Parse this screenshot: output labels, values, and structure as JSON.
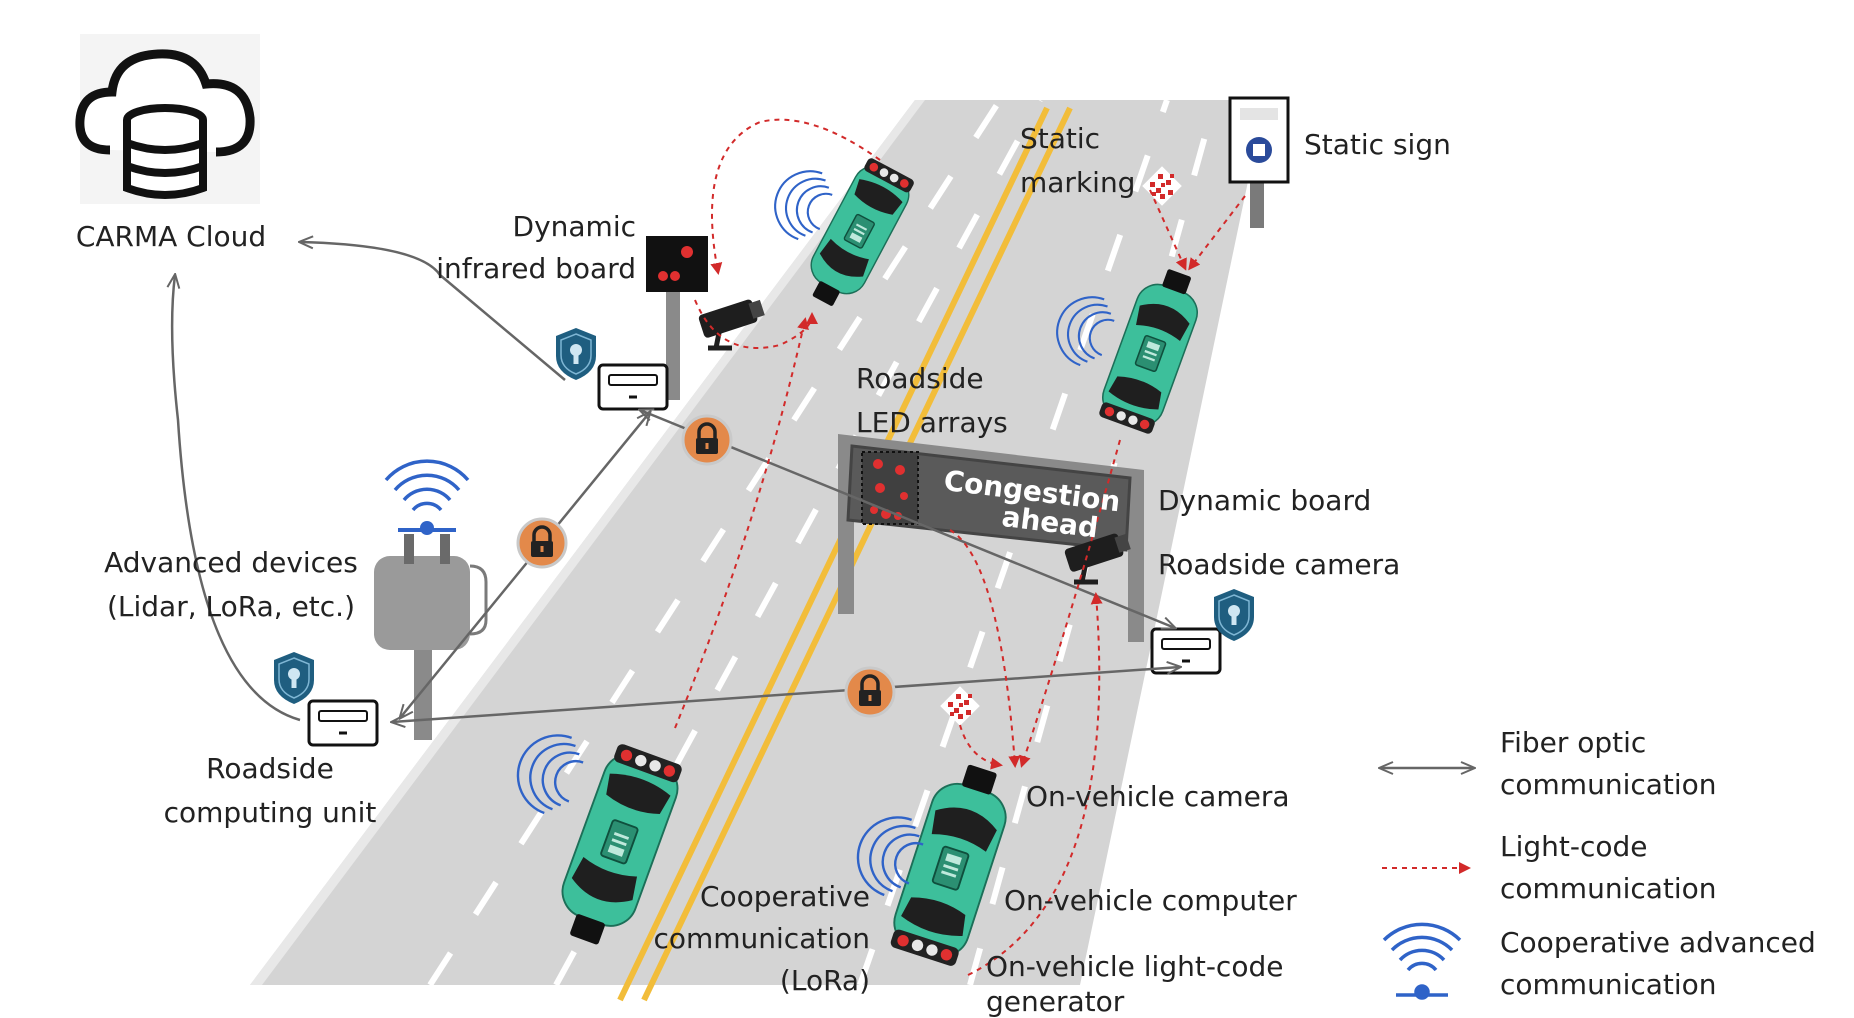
{
  "labels": {
    "carma_cloud": "CARMA Cloud",
    "dynamic_infrared_board_1": "Dynamic",
    "dynamic_infrared_board_2": "infrared board",
    "static_marking_1": "Static",
    "static_marking_2": "marking",
    "static_sign": "Static sign",
    "roadside_led_arrays_1": "Roadside",
    "roadside_led_arrays_2": "LED arrays",
    "dynamic_board": "Dynamic board",
    "roadside_camera": "Roadside camera",
    "advanced_devices_1": "Advanced devices",
    "advanced_devices_2": "(Lidar, LoRa, etc.)",
    "roadside_computing_unit_1": "Roadside",
    "roadside_computing_unit_2": "computing unit",
    "on_vehicle_camera": "On-vehicle camera",
    "on_vehicle_computer": "On-vehicle computer",
    "on_vehicle_light_code_1": "On-vehicle light-code",
    "on_vehicle_light_code_2": "generator",
    "cooperative_comm_1": "Cooperative",
    "cooperative_comm_2": "communication",
    "cooperative_comm_3": "(LoRa)"
  },
  "board": {
    "line1": "Congestion",
    "line2": "ahead"
  },
  "legend": {
    "fiber_1": "Fiber optic",
    "fiber_2": "communication",
    "light_1": "Light-code",
    "light_2": "communication",
    "coop_1": "Cooperative advanced",
    "coop_2": "communication"
  },
  "colors": {
    "road": "#d4d4d4",
    "lane_line": "#ffffff",
    "center_line": "#f2bd3a",
    "car_body": "#3dbf9b",
    "lock_badge": "#e3894a",
    "shield": "#1f5e80",
    "wifi": "#2f63c8",
    "light_code": "#d22a2a",
    "fiber": "#8a8a8a"
  }
}
